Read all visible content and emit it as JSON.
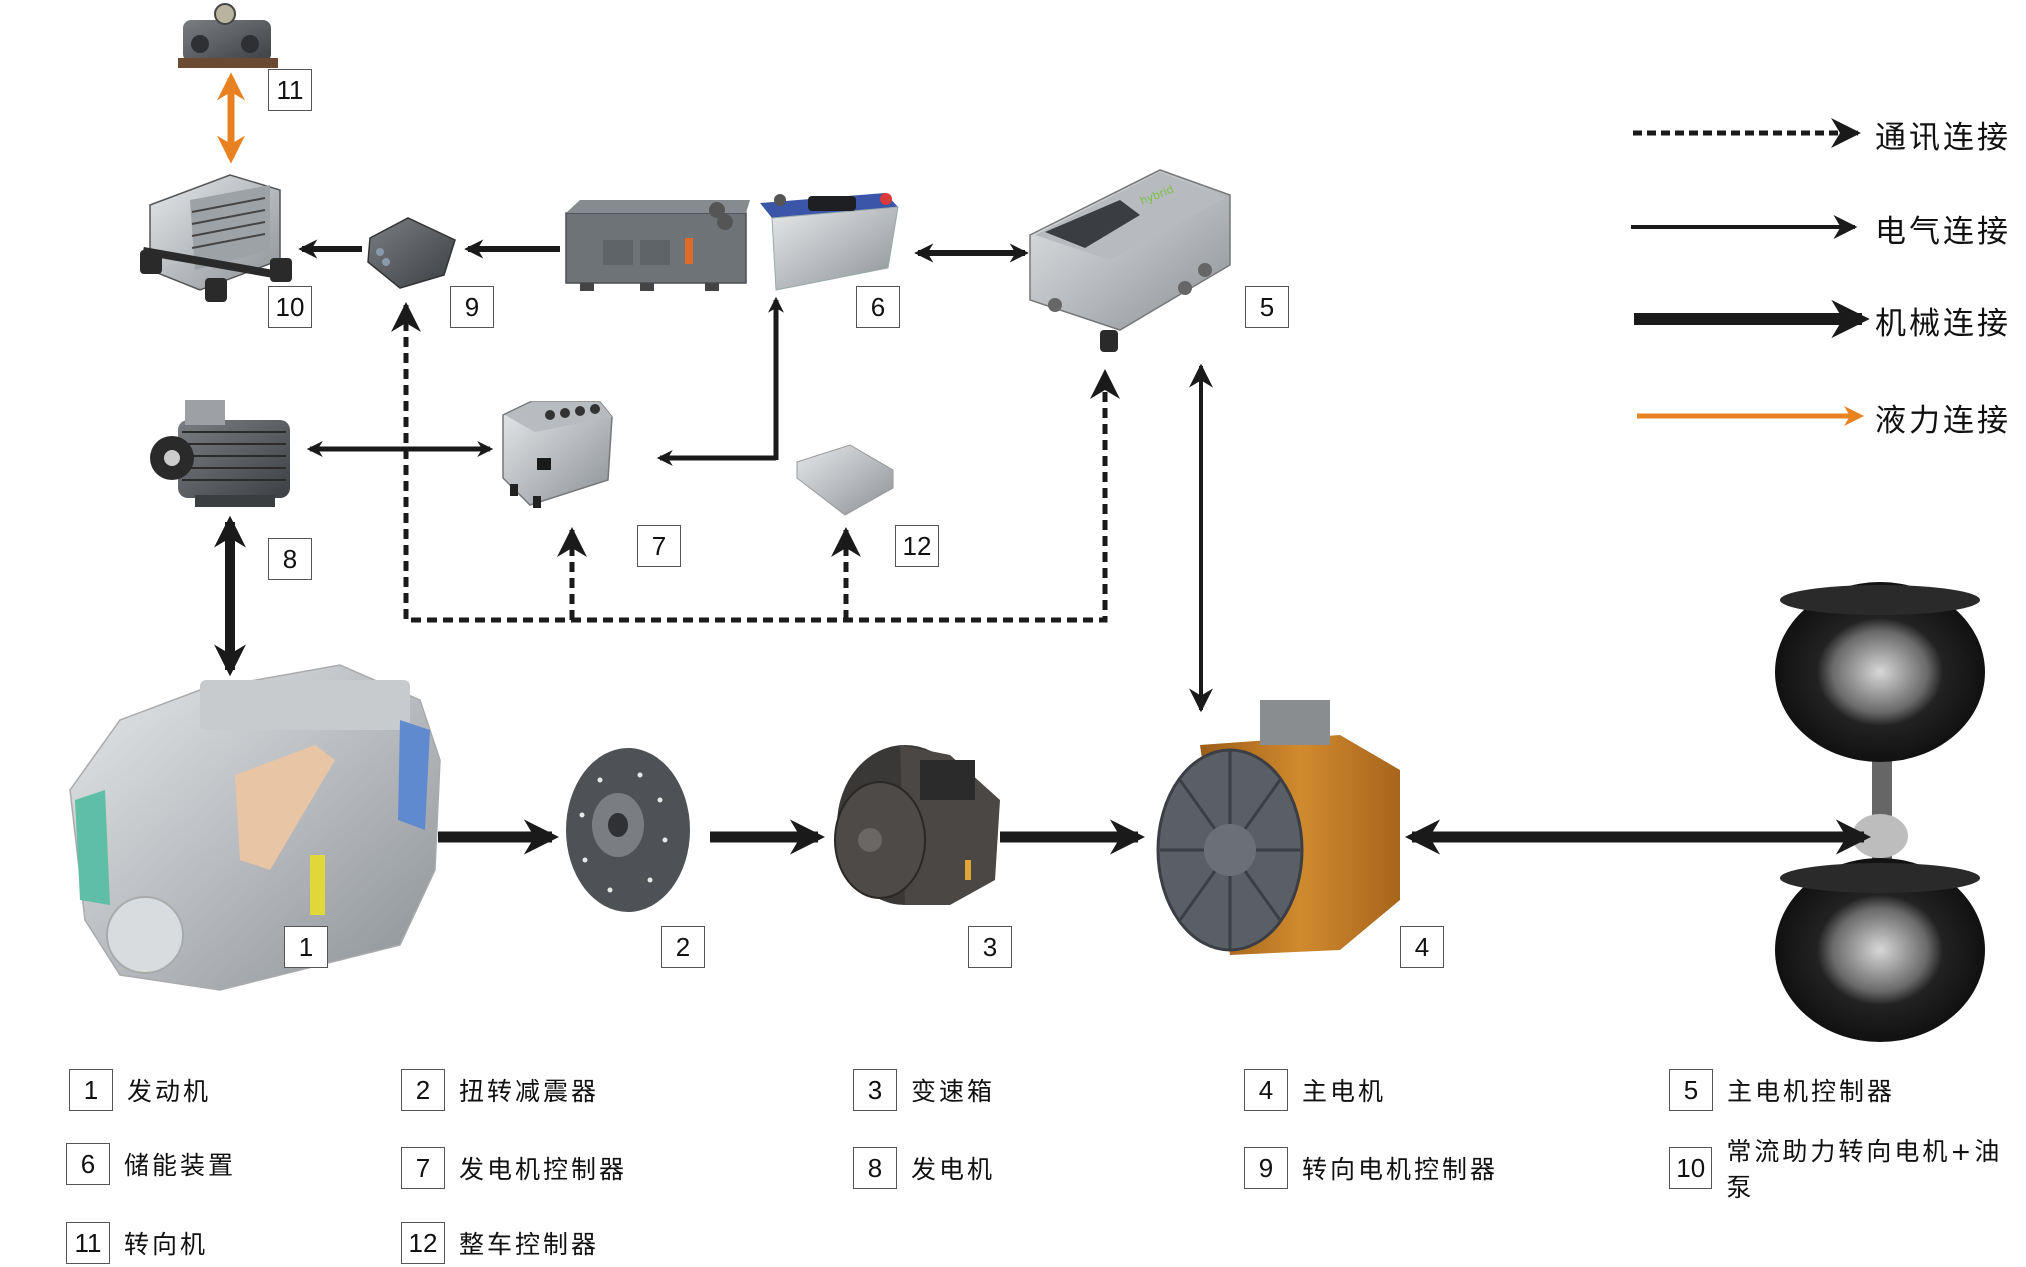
{
  "legend": [
    {
      "label": "通讯连接",
      "style": "dashed",
      "color": "#1a1a1a"
    },
    {
      "label": "电气连接",
      "style": "thin",
      "color": "#1a1a1a"
    },
    {
      "label": "机械连接",
      "style": "thick",
      "color": "#1a1a1a"
    },
    {
      "label": "液力连接",
      "style": "hydraulic",
      "color": "#e8811f"
    }
  ],
  "components": [
    {
      "num": "1",
      "name": "发动机"
    },
    {
      "num": "2",
      "name": "扭转减震器"
    },
    {
      "num": "3",
      "name": "变速箱"
    },
    {
      "num": "4",
      "name": "主电机"
    },
    {
      "num": "5",
      "name": "主电机控制器"
    },
    {
      "num": "6",
      "name": "储能装置"
    },
    {
      "num": "7",
      "name": "发电机控制器"
    },
    {
      "num": "8",
      "name": "发电机"
    },
    {
      "num": "9",
      "name": "转向电机控制器"
    },
    {
      "num": "10",
      "name": "常流助力转向电机+油泵"
    },
    {
      "num": "11",
      "name": "转向机"
    },
    {
      "num": "12",
      "name": "整车控制器"
    }
  ],
  "colors": {
    "line": "#1a1a1a",
    "hydraulic": "#e8811f",
    "motor_housing": "#c07a26",
    "battery_top": "#3b55a8",
    "metal": "#9ea3a8",
    "dark_metal": "#4a4d52"
  }
}
